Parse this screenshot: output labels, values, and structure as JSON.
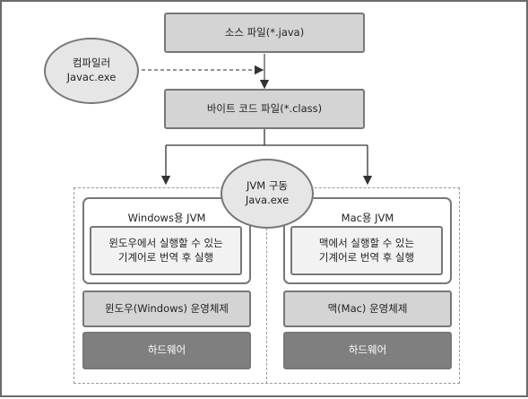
{
  "source_file": "소스 파일(*.java)",
  "compiler": {
    "line1": "컴파일러",
    "line2": "Javac.exe"
  },
  "bytecode_file": "바이트 코드 파일(*.class)",
  "jvm_run": {
    "line1": "JVM 구동",
    "line2": "Java.exe"
  },
  "windows": {
    "jvm_label": "Windows용 JVM",
    "desc_line1": "윈도우에서 실행할 수 있는",
    "desc_line2": "기계어로 번역 후 실행",
    "os_label": "윈도우(Windows) 운영체제",
    "hardware_label": "하드웨어"
  },
  "mac": {
    "jvm_label": "Mac용 JVM",
    "desc_line1": "맥에서 실행할 수 있는",
    "desc_line2": "기계어로 번역 후 실행",
    "os_label": "맥(Mac) 운영체제",
    "hardware_label": "하드웨어"
  },
  "colors": {
    "box_fill": "#d4d4d4",
    "hardware_fill": "#7f7f7f",
    "oval_fill": "#e6e6e6",
    "border": "#777777"
  }
}
